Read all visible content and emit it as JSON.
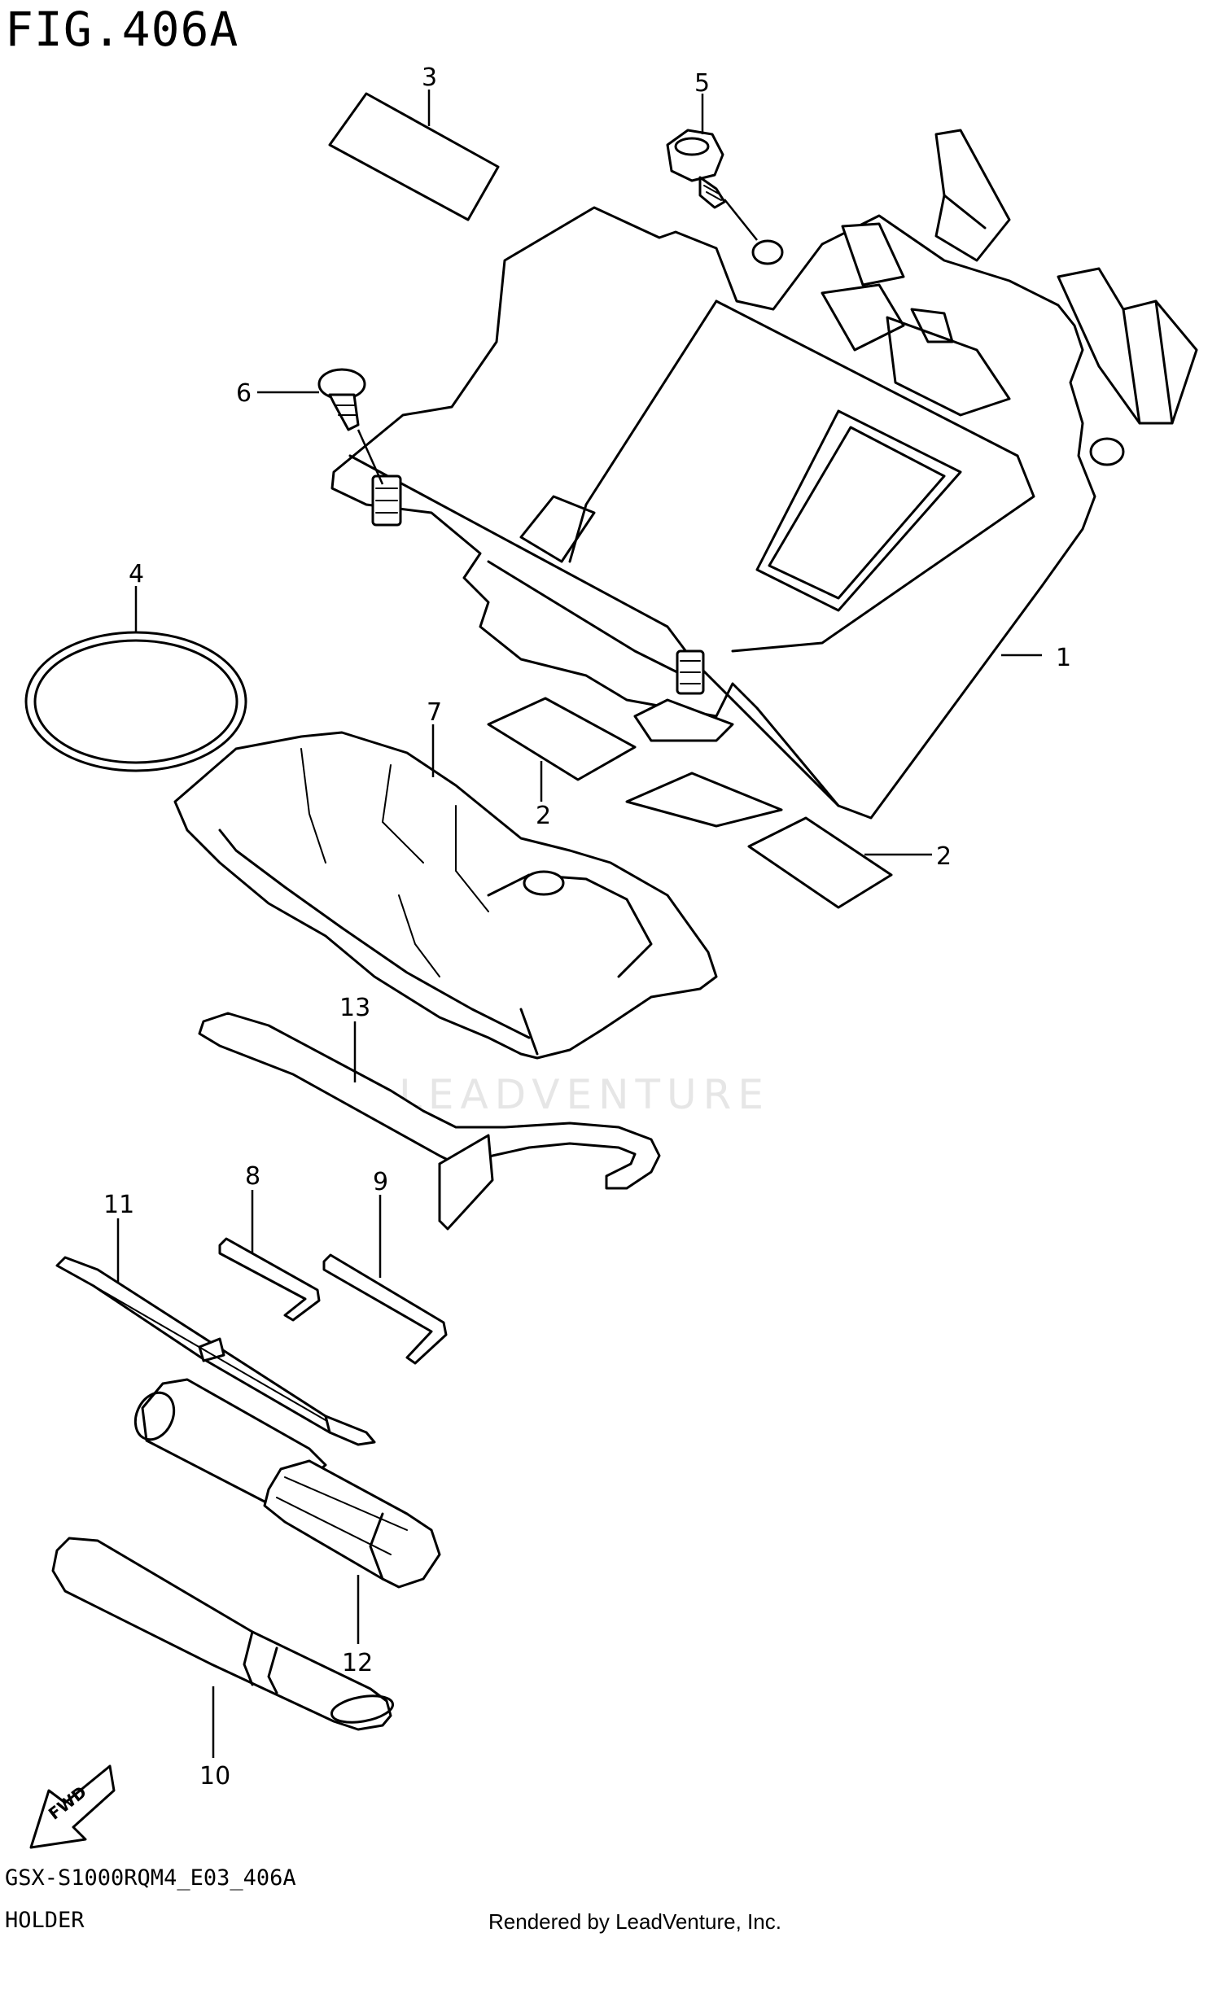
{
  "figure": {
    "title": "FIG.406A",
    "model_code": "GSX-S1000RQM4_E03_406A",
    "assembly_name": "HOLDER",
    "rendered_by": "Rendered by LeadVenture, Inc.",
    "watermark": "LEADVENTURE"
  },
  "callouts": [
    {
      "id": "c1",
      "label": "1"
    },
    {
      "id": "c2a",
      "label": "2"
    },
    {
      "id": "c2b",
      "label": "2"
    },
    {
      "id": "c3",
      "label": "3"
    },
    {
      "id": "c4",
      "label": "4"
    },
    {
      "id": "c5",
      "label": "5"
    },
    {
      "id": "c6",
      "label": "6"
    },
    {
      "id": "c7",
      "label": "7"
    },
    {
      "id": "c8",
      "label": "8"
    },
    {
      "id": "c9",
      "label": "9"
    },
    {
      "id": "c10",
      "label": "10"
    },
    {
      "id": "c11",
      "label": "11"
    },
    {
      "id": "c12",
      "label": "12"
    },
    {
      "id": "c13",
      "label": "13"
    }
  ],
  "direction_badge": {
    "label": "FWD",
    "icon": "fwd-arrow-icon"
  },
  "colors": {
    "line": "#000000",
    "background": "#ffffff",
    "watermark": "#e6e6e6"
  }
}
